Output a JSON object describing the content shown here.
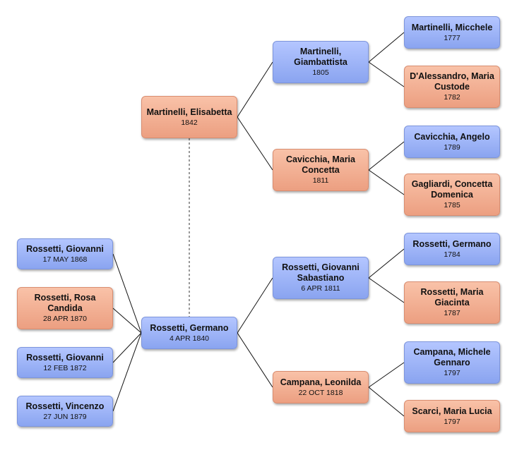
{
  "colors": {
    "male": "#9db3f8",
    "female": "#f2ae92",
    "connector": "#111111",
    "marriage_link": "#555555"
  },
  "people": {
    "elisabetta": {
      "name": "Martinelli, Elisabetta",
      "date": "1842",
      "sex": "female"
    },
    "germano": {
      "name": "Rossetti, Germano",
      "date": "4 APR 1840",
      "sex": "male"
    },
    "giambattista": {
      "name": "Martinelli, Giambattista",
      "date": "1805",
      "sex": "male"
    },
    "maria_concetta": {
      "name": "Cavicchia, Maria Concetta",
      "date": "1811",
      "sex": "female"
    },
    "giovanni_sebastiano": {
      "name": "Rossetti, Giovanni Sabastiano",
      "date": "6 APR 1811",
      "sex": "male"
    },
    "leonilda": {
      "name": "Campana, Leonilda",
      "date": "22 OCT 1818",
      "sex": "female"
    },
    "micchele": {
      "name": "Martinelli, Micchele",
      "date": "1777",
      "sex": "male"
    },
    "maria_custode": {
      "name": "D'Alessandro, Maria Custode",
      "date": "1782",
      "sex": "female"
    },
    "angelo": {
      "name": "Cavicchia, Angelo",
      "date": "1789",
      "sex": "male"
    },
    "concetta_domenica": {
      "name": "Gagliardi, Concetta Domenica",
      "date": "1785",
      "sex": "female"
    },
    "germano_sr": {
      "name": "Rossetti, Germano",
      "date": "1784",
      "sex": "male"
    },
    "maria_giacinta": {
      "name": "Rossetti, Maria Giacinta",
      "date": "1787",
      "sex": "female"
    },
    "michele_gennaro": {
      "name": "Campana, Michele Gennaro",
      "date": "1797",
      "sex": "male"
    },
    "maria_lucia": {
      "name": "Scarci, Maria Lucia",
      "date": "1797",
      "sex": "female"
    },
    "child_giovanni_1868": {
      "name": "Rossetti, Giovanni",
      "date": "17 MAY 1868",
      "sex": "male"
    },
    "child_rosa_candida": {
      "name": "Rossetti, Rosa Candida",
      "date": "28 APR 1870",
      "sex": "female"
    },
    "child_giovanni_1872": {
      "name": "Rossetti, Giovanni",
      "date": "12 FEB 1872",
      "sex": "male"
    },
    "child_vincenzo": {
      "name": "Rossetti, Vincenzo",
      "date": "27 JUN 1879",
      "sex": "male"
    }
  }
}
